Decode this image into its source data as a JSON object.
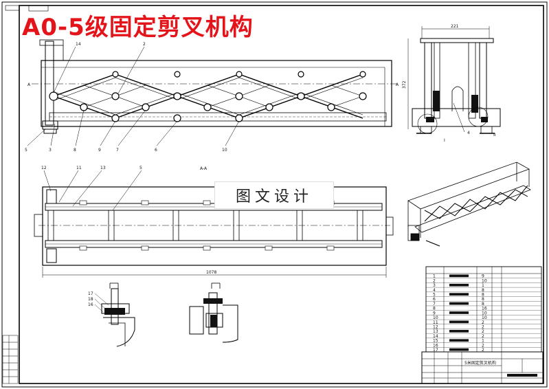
{
  "title": "A0-5级固定剪叉机构",
  "watermark": "图文设计",
  "dims": {
    "width_top": "221",
    "height_side": "372",
    "length_bottom": "1078"
  },
  "section_labels": {
    "a_left": "A",
    "a_right": "A",
    "aa": "A-A"
  },
  "part_callouts_front": [
    "14",
    "2",
    "5",
    "3",
    "8",
    "9",
    "7",
    "6",
    "10"
  ],
  "part_callouts_plan": [
    "12",
    "11",
    "13",
    "5"
  ],
  "detail_callouts": [
    "17",
    "18",
    "16"
  ],
  "side_callouts": [
    "I",
    "4",
    "II"
  ],
  "title_block": {
    "name": "5米固定剪叉机构"
  },
  "bom_rows": [
    {
      "no": "1",
      "qty": "9"
    },
    {
      "no": "2",
      "qty": "10"
    },
    {
      "no": "3",
      "qty": "1"
    },
    {
      "no": "4",
      "qty": "8"
    },
    {
      "no": "5",
      "qty": "8"
    },
    {
      "no": "6",
      "qty": "8"
    },
    {
      "no": "7",
      "qty": "8"
    },
    {
      "no": "8",
      "qty": "16"
    },
    {
      "no": "9",
      "qty": "10"
    },
    {
      "no": "10",
      "qty": "10"
    },
    {
      "no": "11",
      "qty": "2"
    },
    {
      "no": "12",
      "qty": "2"
    },
    {
      "no": "13",
      "qty": "2"
    },
    {
      "no": "14",
      "qty": "2"
    },
    {
      "no": "15",
      "qty": "1"
    },
    {
      "no": "16",
      "qty": "2"
    },
    {
      "no": "17",
      "qty": "2"
    }
  ]
}
